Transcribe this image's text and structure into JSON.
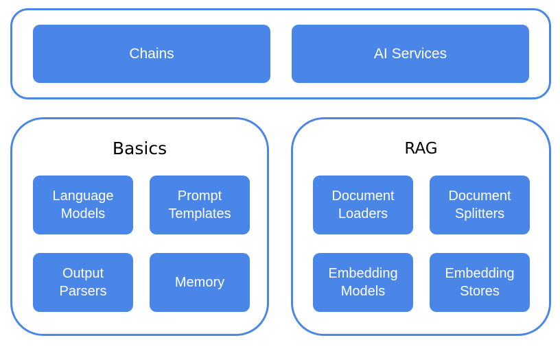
{
  "colors": {
    "accent": "#4a86e8",
    "box_text": "#ffffff",
    "title_text": "#000000",
    "background": "#ffffff"
  },
  "top": {
    "items": [
      "Chains",
      "AI Services"
    ]
  },
  "basics": {
    "title": "Basics",
    "items": [
      "Language\nModels",
      "Prompt\nTemplates",
      "Output\nParsers",
      "Memory"
    ]
  },
  "rag": {
    "title": "RAG",
    "items": [
      "Document\nLoaders",
      "Document\nSplitters",
      "Embedding\nModels",
      "Embedding\nStores"
    ]
  }
}
